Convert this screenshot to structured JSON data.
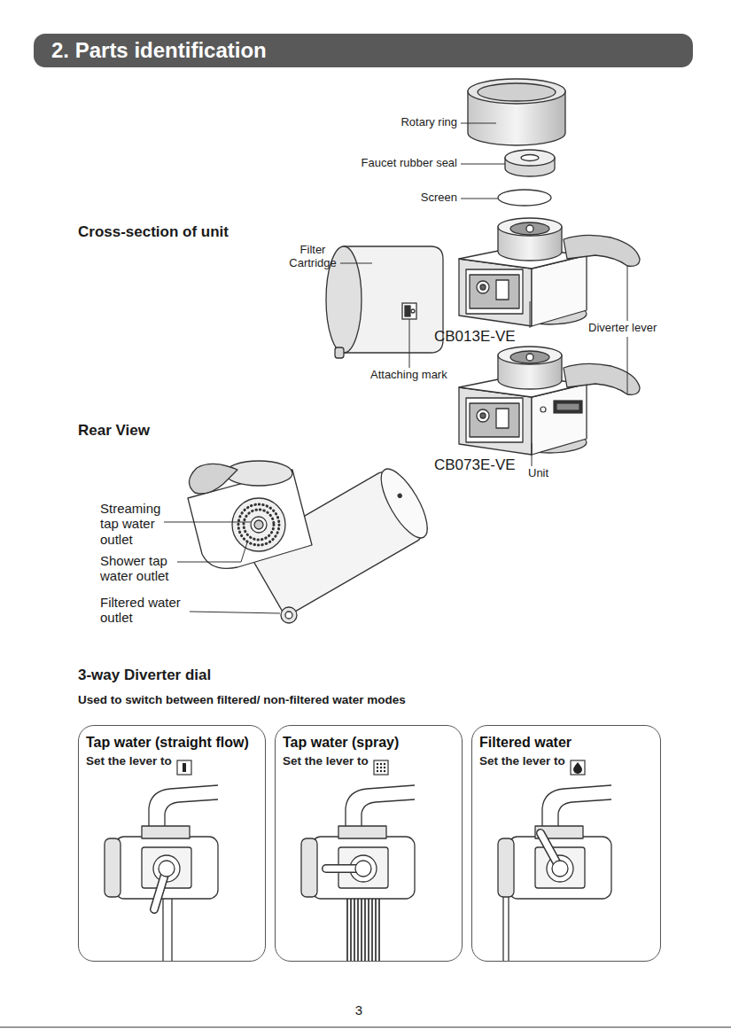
{
  "diagram": {
    "title": "2. Parts identification",
    "nodes": [
      {
        "text": [
          "Tap water (straight flow)",
          "Set the lever to"
        ]
      },
      {
        "text": [
          "Tap water (spray)",
          "Set the lever to"
        ]
      },
      {
        "text": [
          "Filtered water",
          "Set the lever to"
        ]
      }
    ],
    "labels": [
      "Rotary ring",
      "Faucet rubber seal",
      "Screen",
      "Cross-section of unit",
      "Filter Cartridge",
      "CB013E-VE",
      "Diverter lever",
      "Attaching mark",
      "Rear View",
      "CB073E-VE",
      "Unit",
      "Streaming tap water outlet",
      "Shower tap water outlet",
      "Filtered water outlet",
      "3-way Diverter dial",
      "Used to switch between filtered/ non-filtered water modes",
      "3"
    ]
  }
}
